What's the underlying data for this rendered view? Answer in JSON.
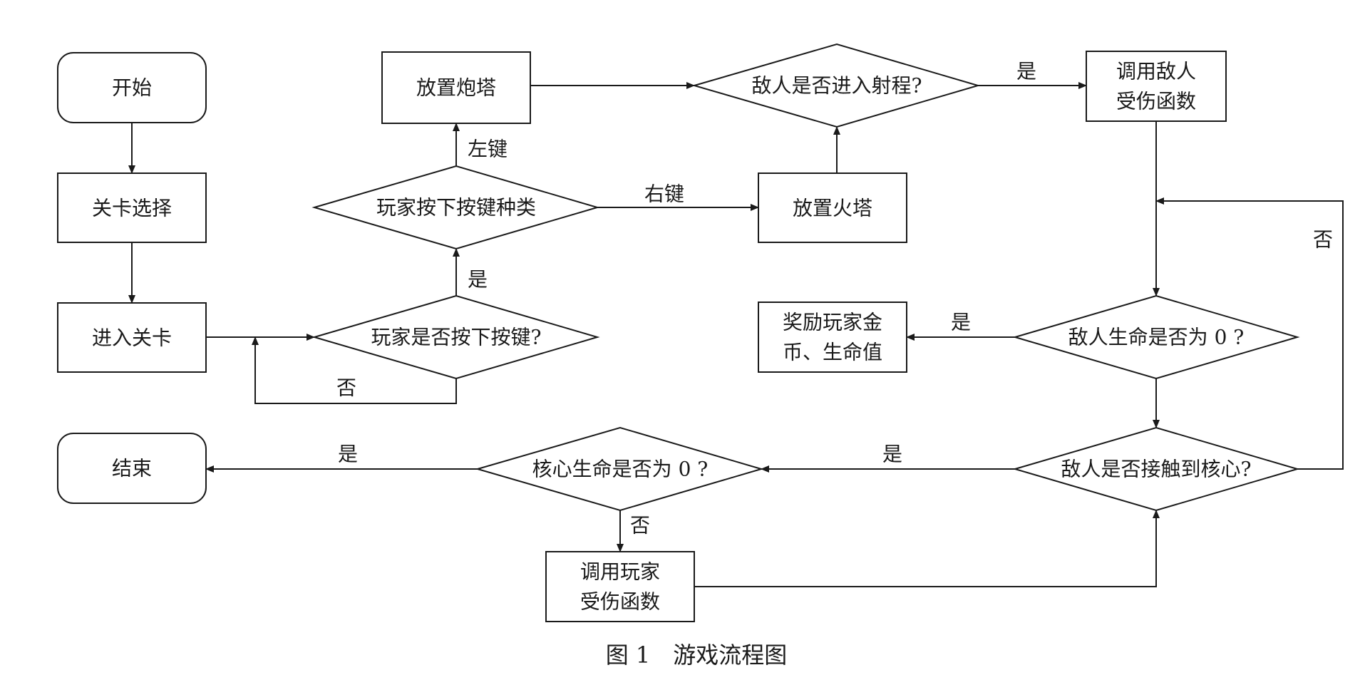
{
  "nodes": {
    "start": "开始",
    "level_select": "关卡选择",
    "enter_level": "进入关卡",
    "player_pressed": "玩家是否按下按键?",
    "key_type": "玩家按下按键种类",
    "place_cannon": "放置炮塔",
    "place_fire": "放置火塔",
    "enemy_in_range": "敌人是否进入射程?",
    "enemy_damage": [
      "调用敌人",
      "受伤函数"
    ],
    "enemy_life_zero": "敌人生命是否为 0 ?",
    "reward": [
      "奖励玩家金",
      "币、生命值"
    ],
    "enemy_touch_core": "敌人是否接触到核心?",
    "core_life_zero": "核心生命是否为 0 ?",
    "player_damage": [
      "调用玩家",
      "受伤函数"
    ],
    "end": "结束"
  },
  "labels": {
    "left_key": "左键",
    "right_key": "右键",
    "yes": "是",
    "no": "否"
  },
  "caption": "图 1　游戏流程图"
}
